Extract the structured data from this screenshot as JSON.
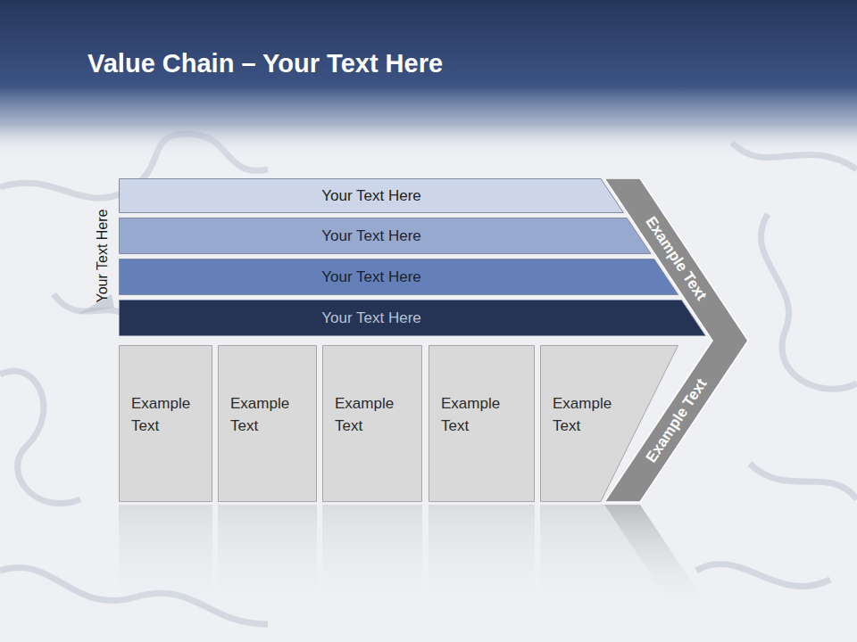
{
  "diagram": {
    "title": "Value Chain – Your Text Here",
    "nodes": [
      {
        "text": [
          "Your Text Here"
        ]
      },
      {
        "text": [
          "Your Text Here"
        ]
      },
      {
        "text": [
          "Your Text Here"
        ]
      },
      {
        "text": [
          "Your Text Here"
        ]
      },
      {
        "text": [
          "Example Text",
          "Example Text"
        ]
      },
      {
        "text": [
          "Example Text"
        ]
      },
      {
        "text": [
          "Example Text"
        ]
      },
      {
        "text": [
          "Example Text"
        ]
      },
      {
        "text": [
          "Example Text"
        ]
      },
      {
        "text": [
          "Example Text"
        ]
      }
    ],
    "labels": [
      "Your Text Here"
    ]
  }
}
